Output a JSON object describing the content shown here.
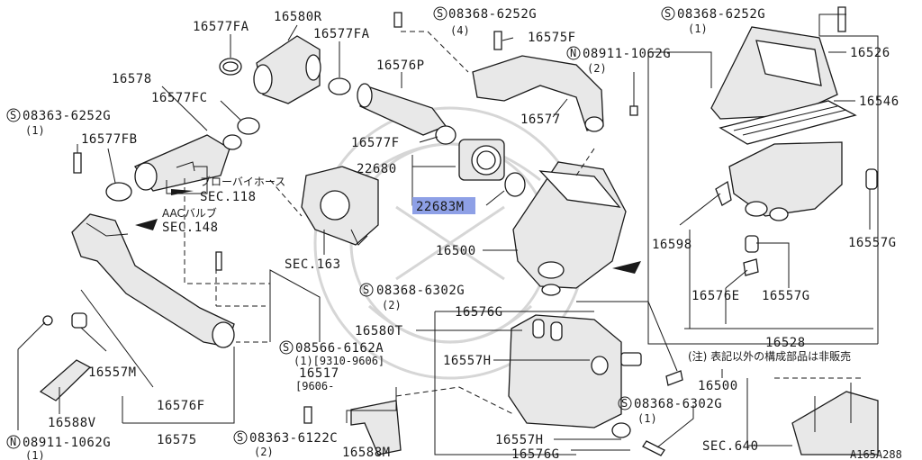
{
  "labels": {
    "p16577FA_a": "16577FA",
    "p16580R": "16580R",
    "p16577FA_b": "16577FA",
    "s08368_top": "08368-6252G",
    "s08368_top_qty": "(4)",
    "p16575F": "16575F",
    "n08911_top": "08911-1062G",
    "n08911_top_qty": "(2)",
    "s08368_tr": "08368-6252G",
    "s08368_tr_qty": "(1)",
    "p16578": "16578",
    "p16577FC": "16577FC",
    "p16576P": "16576P",
    "p16526": "16526",
    "s08363_l": "08363-6252G",
    "s08363_l_qty": "(1)",
    "p16577FB": "16577FB",
    "p16577": "16577",
    "p16546": "16546",
    "p16577F": "16577F",
    "p22680": "22680",
    "p22683M": "22683M",
    "bypass_hose": "ブローバイホース",
    "sec118": "SEC.118",
    "aac_valve": "AACバルブ",
    "sec148": "SEC.148",
    "p16500_a": "16500",
    "p16598": "16598",
    "p16557G_a": "16557G",
    "sec163": "SEC.163",
    "s08368_6302_a": "08368-6302G",
    "s08368_6302_a_qty": "(2)",
    "p16576E": "16576E",
    "p16557G_b": "16557G",
    "p16576G_a": "16576G",
    "p16580T": "16580T",
    "p16528": "16528",
    "note_jp": "(注) 表記以外の構成部品は非販売",
    "s08566": "08566-6162A",
    "s08566_range": "(1)[9310-9606]",
    "p16557H_a": "16557H",
    "p16517": "16517",
    "p16517_range": "[9606-",
    "p16557M": "16557M",
    "p16500_b": "16500",
    "s08368_6302_b": "08368-6302G",
    "s08368_6302_b_qty": "(1)",
    "p16576F": "16576F",
    "p16588V": "16588V",
    "p16575": "16575",
    "s08363_6122": "08363-6122C",
    "s08363_6122_qty": "(2)",
    "p16557H_b": "16557H",
    "p16576G_b": "16576G",
    "n08911_bl": "08911-1062G",
    "n08911_bl_qty": "(1)",
    "p16588M": "16588M",
    "sec640": "SEC.640",
    "diagram_id": "A165A288"
  },
  "symbols": {
    "screw": "S",
    "nut": "N"
  },
  "colors": {
    "highlight": "#8ea0e6",
    "ink": "#1a1a1a"
  }
}
